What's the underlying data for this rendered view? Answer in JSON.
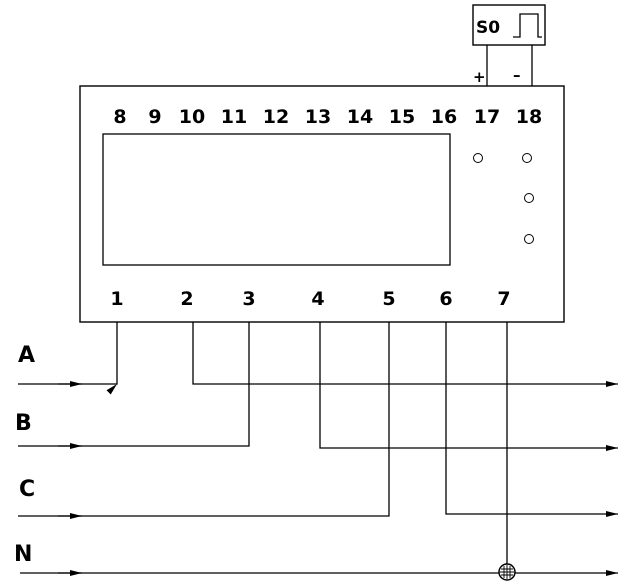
{
  "top_terminals": [
    "8",
    "9",
    "10",
    "11",
    "12",
    "13",
    "14",
    "15",
    "16",
    "17",
    "18"
  ],
  "bottom_terminals": [
    "1",
    "2",
    "3",
    "4",
    "5",
    "6",
    "7"
  ],
  "phases": [
    "A",
    "B",
    "C",
    "N"
  ],
  "pulse_output": {
    "label": "S0",
    "plus": "+",
    "minus": "–"
  }
}
